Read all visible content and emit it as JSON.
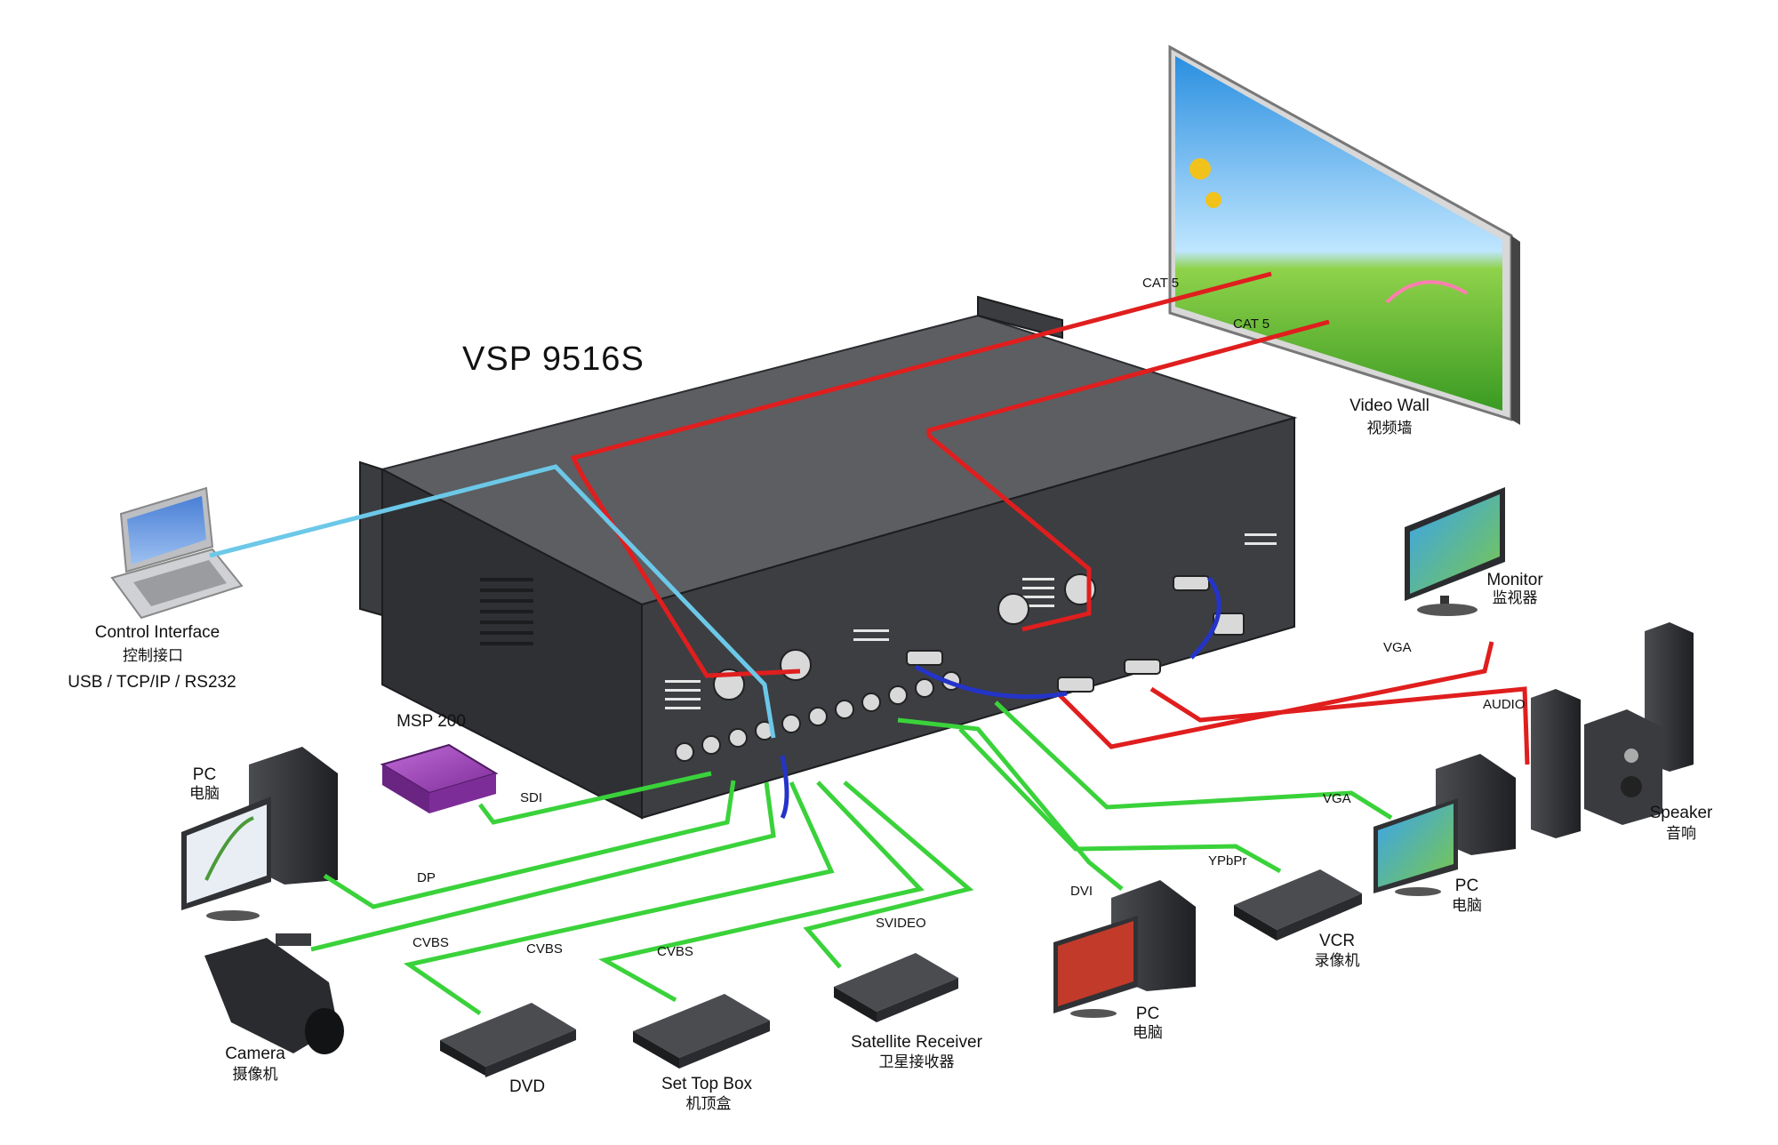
{
  "title": "VSP 9516S",
  "devices": {
    "video_wall": {
      "name": "Video Wall",
      "cn": "视频墙"
    },
    "monitor": {
      "name": "Monitor",
      "cn": "监视器"
    },
    "control": {
      "name": "Control Interface",
      "cn": "控制接口",
      "protocols": "USB / TCP/IP / RS232"
    },
    "msp200": {
      "name": "MSP 200"
    },
    "pc_left": {
      "name": "PC",
      "cn": "电脑"
    },
    "camera": {
      "name": "Camera",
      "cn": "摄像机"
    },
    "dvd": {
      "name": "DVD"
    },
    "settop": {
      "name": "Set Top Box",
      "cn": "机顶盒"
    },
    "satellite": {
      "name": "Satellite Receiver",
      "cn": "卫星接收器"
    },
    "pc_center": {
      "name": "PC",
      "cn": "电脑"
    },
    "vcr": {
      "name": "VCR",
      "cn": "录像机"
    },
    "pc_right": {
      "name": "PC",
      "cn": "电脑"
    },
    "speaker": {
      "name": "Speaker",
      "cn": "音响"
    }
  },
  "connections": {
    "cat5_1": "CAT 5",
    "cat5_2": "CAT 5",
    "vga_monitor": "VGA",
    "audio": "AUDIO",
    "sdi": "SDI",
    "dp": "DP",
    "cvbs_1": "CVBS",
    "cvbs_2": "CVBS",
    "cvbs_3": "CVBS",
    "svideo": "SVIDEO",
    "dvi": "DVI",
    "ypbpr": "YPbPr",
    "vga_pc": "VGA"
  },
  "colors": {
    "output_line": "#e01e1e",
    "input_line": "#3ad23a",
    "control_line": "#6cc8e8",
    "loop_line": "#2434c8",
    "chassis": "#3b3d40",
    "chassis_top": "#5a5c60",
    "device": "#2e2f33",
    "msp_body": "#9b3fb6"
  }
}
